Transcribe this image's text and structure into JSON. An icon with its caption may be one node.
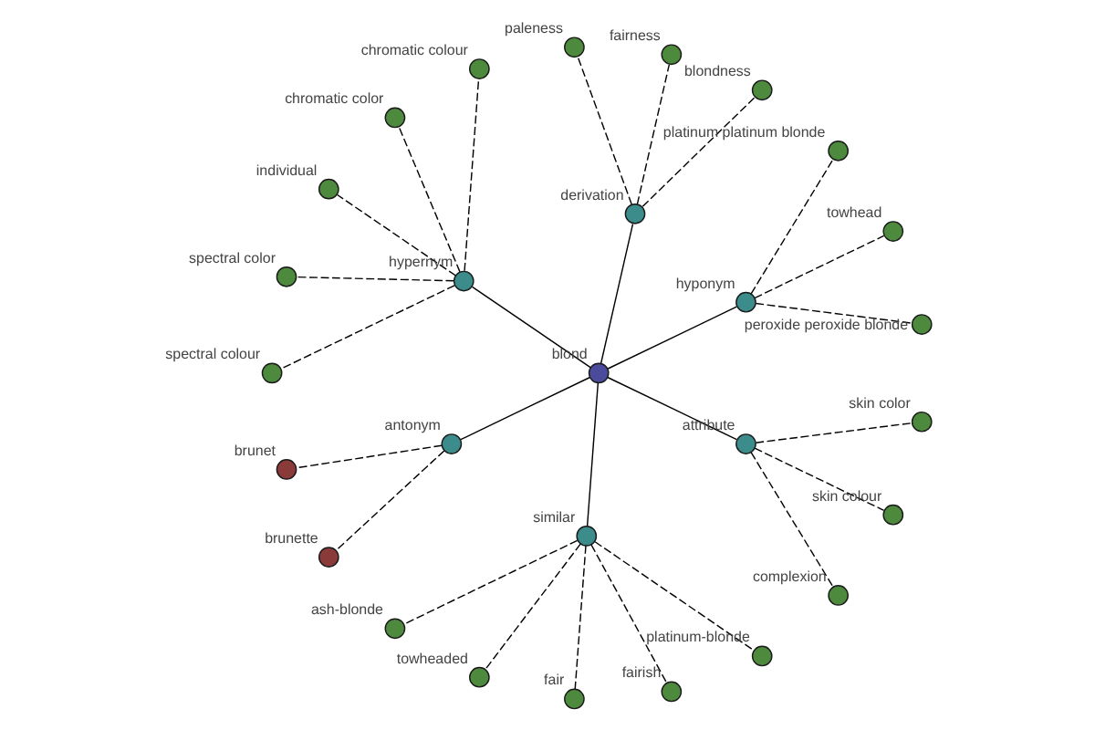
{
  "diagram": {
    "nodes": [
      {
        "text": [
          "blond"
        ]
      },
      {
        "text": [
          "hyponym"
        ]
      },
      {
        "text": [
          "peroxide peroxide blonde"
        ]
      },
      {
        "text": [
          "towhead"
        ]
      },
      {
        "text": [
          "platinum platinum blonde"
        ]
      },
      {
        "text": [
          "derivation"
        ]
      },
      {
        "text": [
          "blondness"
        ]
      },
      {
        "text": [
          "fairness"
        ]
      },
      {
        "text": [
          "paleness"
        ]
      },
      {
        "text": [
          "hypernym"
        ]
      },
      {
        "text": [
          "chromatic colour"
        ]
      },
      {
        "text": [
          "chromatic color"
        ]
      },
      {
        "text": [
          "individual"
        ]
      },
      {
        "text": [
          "spectral color"
        ]
      },
      {
        "text": [
          "spectral colour"
        ]
      },
      {
        "text": [
          "antonym"
        ]
      },
      {
        "text": [
          "brunet"
        ]
      },
      {
        "text": [
          "brunette"
        ]
      },
      {
        "text": [
          "similar"
        ]
      },
      {
        "text": [
          "ash-blonde"
        ]
      },
      {
        "text": [
          "towheaded"
        ]
      },
      {
        "text": [
          "fair"
        ]
      },
      {
        "text": [
          "fairish"
        ]
      },
      {
        "text": [
          "platinum-blonde"
        ]
      },
      {
        "text": [
          "attribute"
        ]
      },
      {
        "text": [
          "complexion"
        ]
      },
      {
        "text": [
          "skin colour"
        ]
      },
      {
        "text": [
          "skin color"
        ]
      }
    ],
    "edges": [
      {
        "from": 0,
        "to": 1,
        "arrow": "none"
      },
      {
        "from": 0,
        "to": 5,
        "arrow": "none"
      },
      {
        "from": 0,
        "to": 9,
        "arrow": "none"
      },
      {
        "from": 0,
        "to": 15,
        "arrow": "none"
      },
      {
        "from": 0,
        "to": 18,
        "arrow": "none"
      },
      {
        "from": 0,
        "to": 24,
        "arrow": "none"
      },
      {
        "from": 1,
        "to": 2,
        "arrow": "none",
        "style": "dashed"
      },
      {
        "from": 1,
        "to": 3,
        "arrow": "none",
        "style": "dashed"
      },
      {
        "from": 1,
        "to": 4,
        "arrow": "none",
        "style": "dashed"
      },
      {
        "from": 5,
        "to": 6,
        "arrow": "none",
        "style": "dashed"
      },
      {
        "from": 5,
        "to": 7,
        "arrow": "none",
        "style": "dashed"
      },
      {
        "from": 5,
        "to": 8,
        "arrow": "none",
        "style": "dashed"
      },
      {
        "from": 9,
        "to": 10,
        "arrow": "none",
        "style": "dashed"
      },
      {
        "from": 9,
        "to": 11,
        "arrow": "none",
        "style": "dashed"
      },
      {
        "from": 9,
        "to": 12,
        "arrow": "none",
        "style": "dashed"
      },
      {
        "from": 9,
        "to": 13,
        "arrow": "none",
        "style": "dashed"
      },
      {
        "from": 9,
        "to": 14,
        "arrow": "none",
        "style": "dashed"
      },
      {
        "from": 15,
        "to": 16,
        "arrow": "none",
        "style": "dashed"
      },
      {
        "from": 15,
        "to": 17,
        "arrow": "none",
        "style": "dashed"
      },
      {
        "from": 18,
        "to": 19,
        "arrow": "none",
        "style": "dashed"
      },
      {
        "from": 18,
        "to": 20,
        "arrow": "none",
        "style": "dashed"
      },
      {
        "from": 18,
        "to": 21,
        "arrow": "none",
        "style": "dashed"
      },
      {
        "from": 18,
        "to": 22,
        "arrow": "none",
        "style": "dashed"
      },
      {
        "from": 18,
        "to": 23,
        "arrow": "none",
        "style": "dashed"
      },
      {
        "from": 24,
        "to": 25,
        "arrow": "none",
        "style": "dashed"
      },
      {
        "from": 24,
        "to": 26,
        "arrow": "none",
        "style": "dashed"
      },
      {
        "from": 24,
        "to": 27,
        "arrow": "none",
        "style": "dashed"
      }
    ]
  }
}
